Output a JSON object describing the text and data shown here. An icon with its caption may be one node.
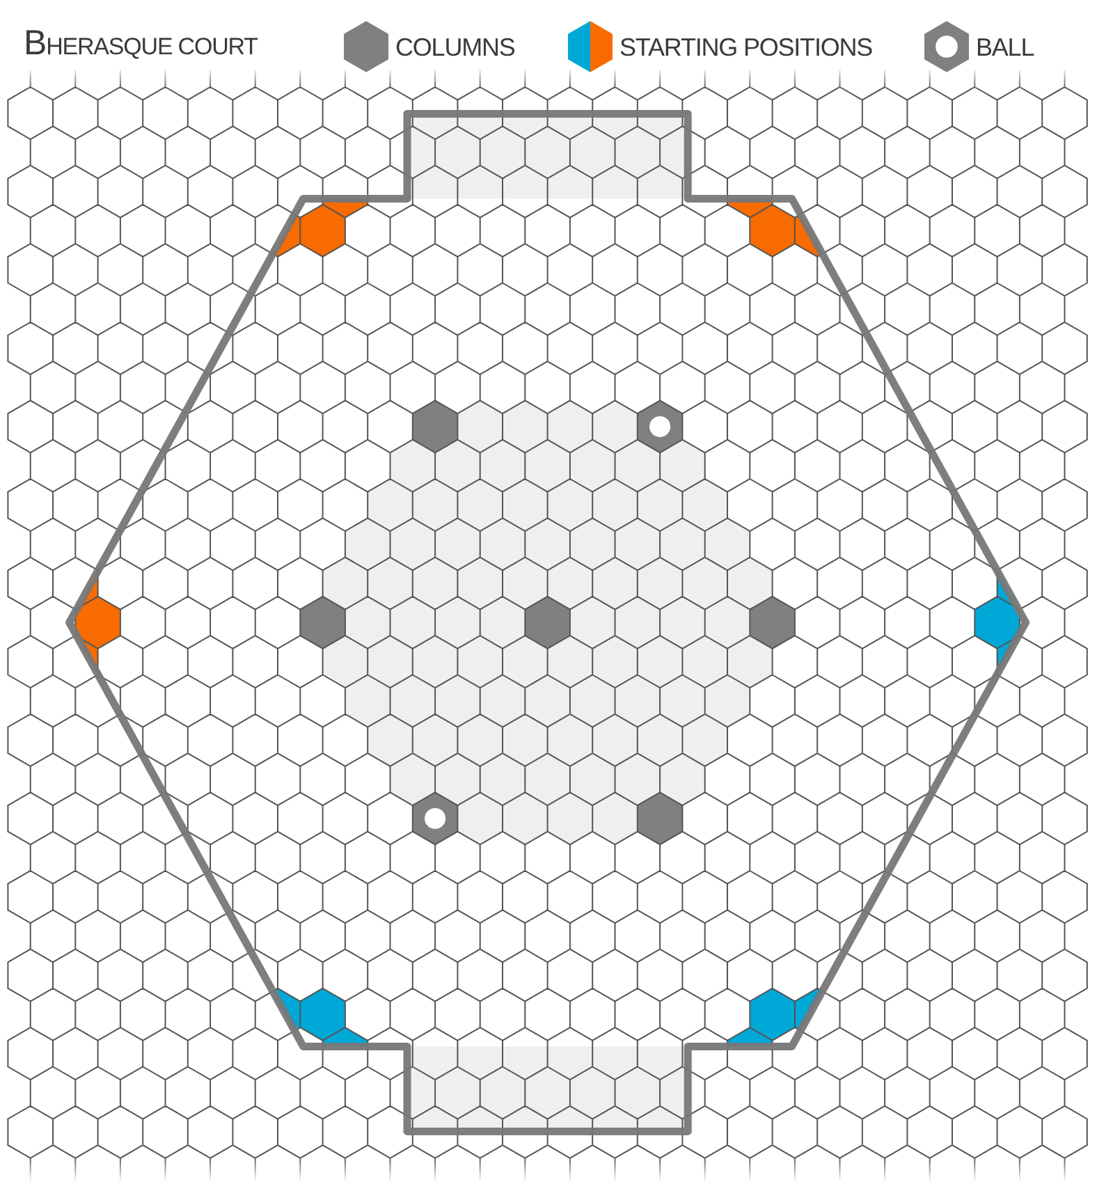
{
  "diagram": {
    "title": "BHERASQUE COURT",
    "legend": [
      {
        "text": "COLUMNS",
        "color": "#808080"
      },
      {
        "text": "STARTING POSITIONS"
      },
      {
        "text": "BALL"
      }
    ]
  }
}
